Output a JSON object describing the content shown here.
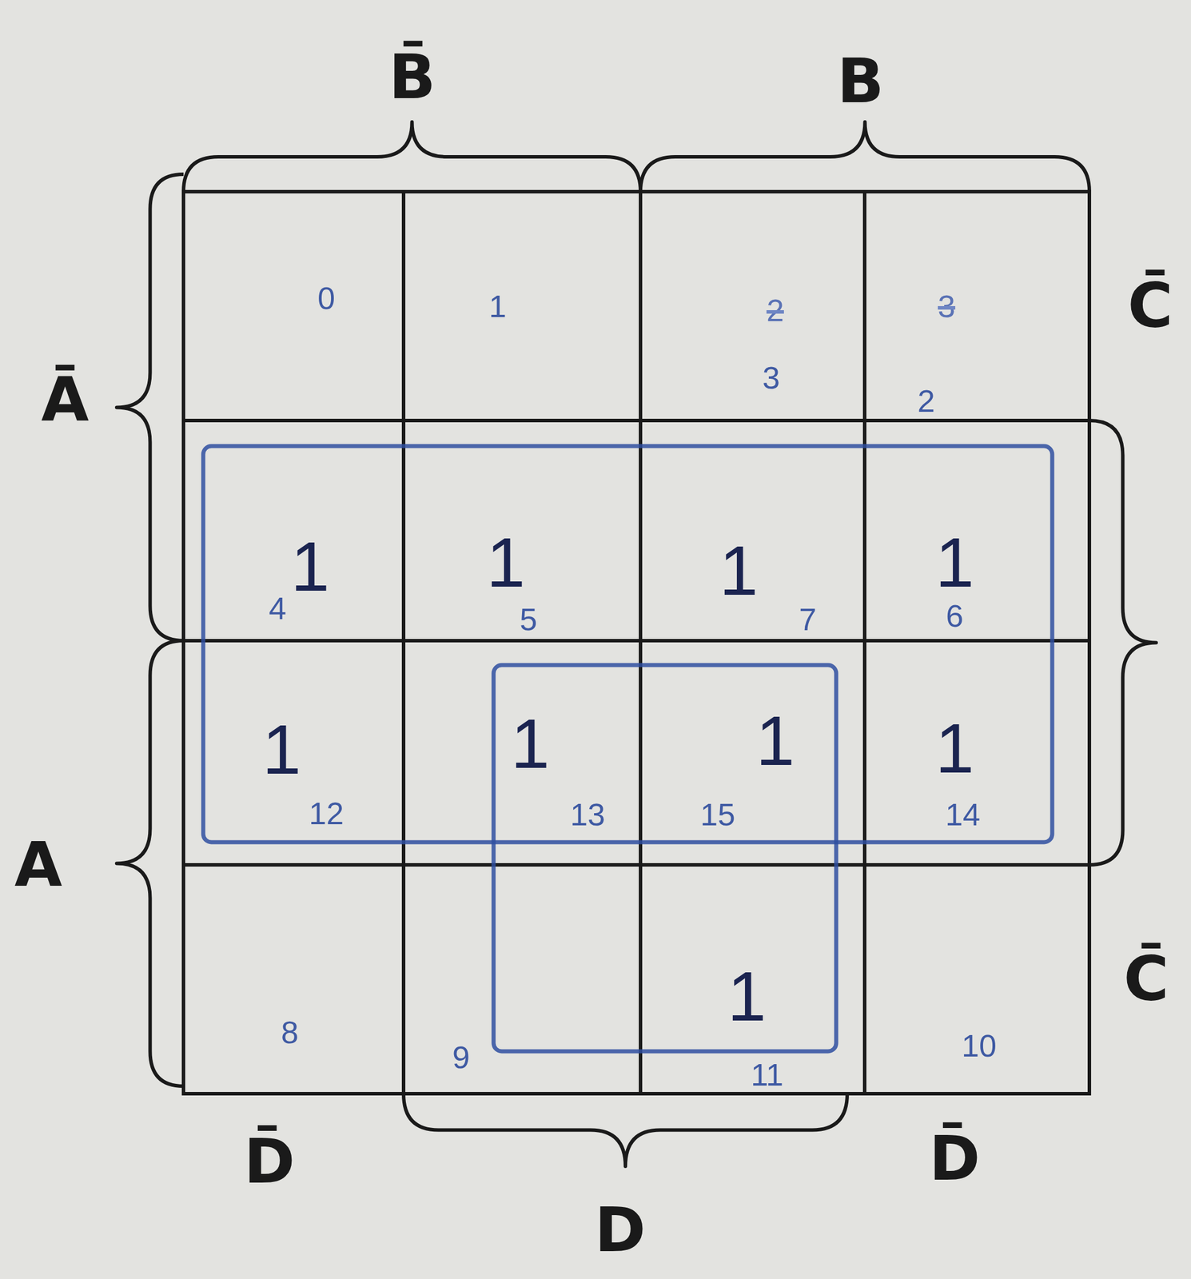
{
  "diagram": {
    "labels": [
      "B̄",
      "B",
      "C̄",
      "Ā",
      "A",
      "C̄",
      "D̄",
      "D",
      "D̄",
      "0",
      "1",
      "2",
      "3",
      "3",
      "2",
      "1",
      "4",
      "1",
      "5",
      "1",
      "7",
      "1",
      "6",
      "1",
      "12",
      "1",
      "13",
      "1",
      "15",
      "1",
      "14",
      "8",
      "9",
      "1",
      "11",
      "10"
    ]
  }
}
